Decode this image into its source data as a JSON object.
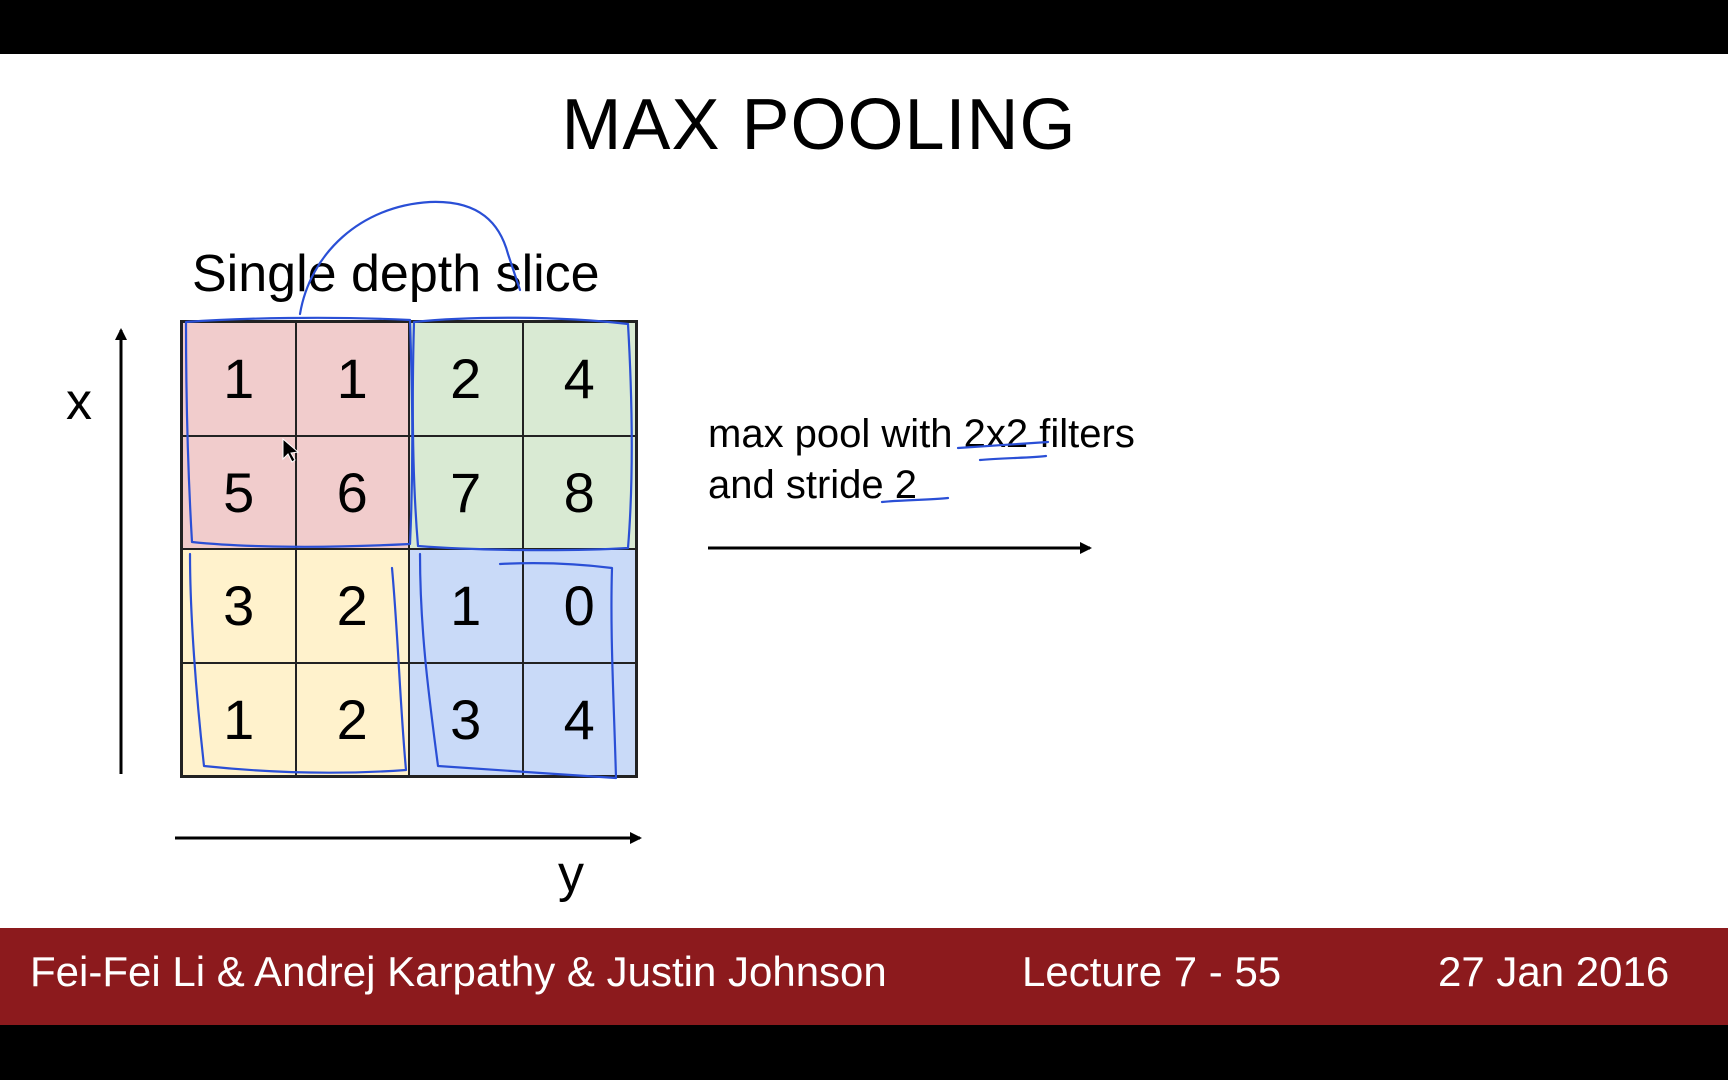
{
  "slide": {
    "title": "MAX POOLING",
    "slice_label": "Single depth slice",
    "axis_x_label": "x",
    "axis_y_label": "y",
    "grid": [
      [
        "1",
        "1",
        "2",
        "4"
      ],
      [
        "5",
        "6",
        "7",
        "8"
      ],
      [
        "3",
        "2",
        "1",
        "0"
      ],
      [
        "1",
        "2",
        "3",
        "4"
      ]
    ],
    "description_line1": "max pool with 2x2 filters",
    "description_line2": "and stride 2",
    "colors": {
      "top_left": "#f1cccc",
      "top_right": "#d9ead3",
      "bottom_left": "#fff2cc",
      "bottom_right": "#c9daf8",
      "annotation_ink": "#2a4fd6"
    }
  },
  "footer": {
    "authors": "Fei-Fei Li & Andrej Karpathy & Justin Johnson",
    "lecture": "Lecture 7 - 55",
    "date": "27 Jan 2016",
    "background": "#8c1a1d"
  }
}
